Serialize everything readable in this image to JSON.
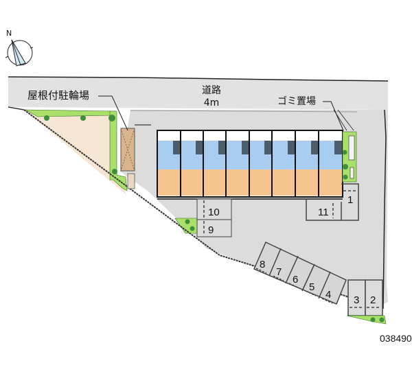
{
  "compass": {
    "north_label": "N",
    "icon": "compass-north-icon"
  },
  "road": {
    "label": "道路",
    "width": "4m"
  },
  "labels": {
    "bicycle_parking": "屋根付駐輪場",
    "garbage_area": "ゴミ置場"
  },
  "building": {
    "unit_count": 8,
    "colors": {
      "room": "#f6c58f",
      "wet_area": "#a9cdf0",
      "outline": "#111111"
    }
  },
  "parking": {
    "spaces": [
      {
        "id": "1",
        "label": "1"
      },
      {
        "id": "2",
        "label": "2"
      },
      {
        "id": "3",
        "label": "3"
      },
      {
        "id": "4",
        "label": "4"
      },
      {
        "id": "5",
        "label": "5"
      },
      {
        "id": "6",
        "label": "6"
      },
      {
        "id": "7",
        "label": "7"
      },
      {
        "id": "8",
        "label": "8"
      },
      {
        "id": "9",
        "label": "9"
      },
      {
        "id": "10",
        "label": "10"
      },
      {
        "id": "11",
        "label": "11"
      }
    ]
  },
  "colors": {
    "road": "#e2e2e2",
    "lot_paving": "#dcdcdc",
    "garden_sand": "#f7e6d4",
    "greenery": "#a8e06a",
    "tree": "#3f8f3a",
    "bike_shelter": "#d9b48c"
  },
  "footer": {
    "code": "038490"
  }
}
